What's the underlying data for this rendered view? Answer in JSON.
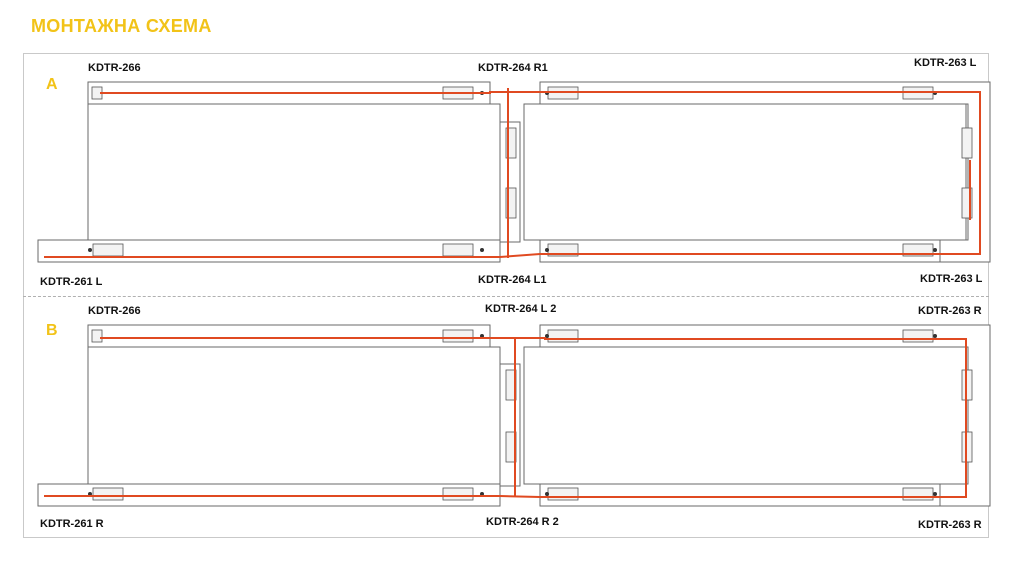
{
  "title": "МОНТАЖНА СХЕМА",
  "colors": {
    "title": "#f2c318",
    "rail": "#e04a21",
    "letter": "#f2c318",
    "outline": "#6a6a6a"
  },
  "sections": {
    "a": {
      "letter": "A",
      "labels": {
        "top_left": "KDTR-266",
        "top_mid": "KDTR-264 R1",
        "top_right": "KDTR-263 L",
        "bottom_left": "KDTR-261 L",
        "bottom_mid": "KDTR-264 L1",
        "bottom_right": "KDTR-263 L"
      }
    },
    "b": {
      "letter": "B",
      "labels": {
        "top_left": "KDTR-266",
        "top_mid": "KDTR-264 L 2",
        "top_right": "KDTR-263 R",
        "bottom_left": "KDTR-261 R",
        "bottom_mid": "KDTR-264 R 2",
        "bottom_right": "KDTR-263 R"
      }
    }
  }
}
